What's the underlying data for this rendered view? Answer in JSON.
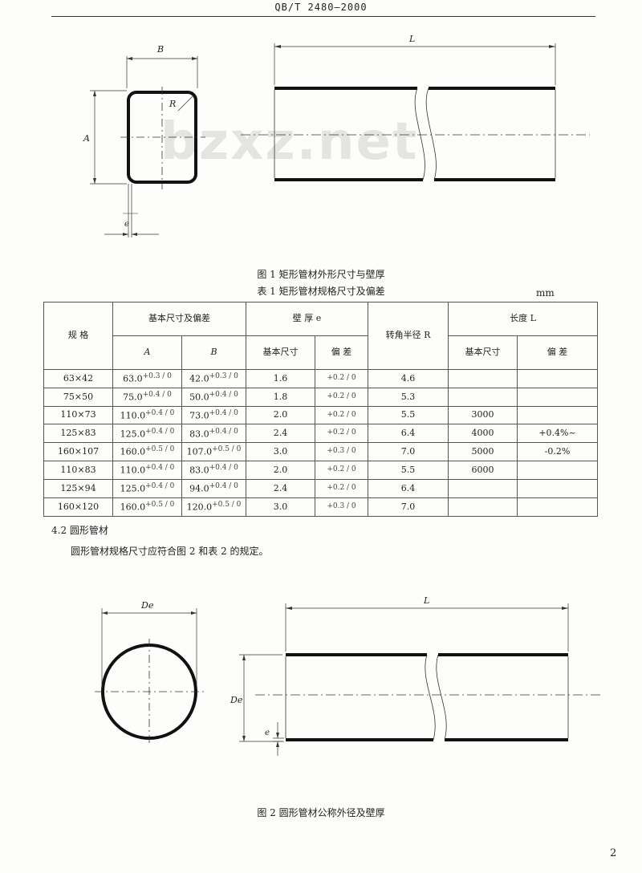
{
  "header": {
    "standard_no": "QB/T 2480—2000"
  },
  "watermark": "bzxz.net",
  "figure1": {
    "dim_B": "B",
    "dim_A": "A",
    "dim_R": "R",
    "dim_e": "e",
    "dim_L": "L",
    "caption": "图 1   矩形管材外形尺寸与壁厚"
  },
  "table1": {
    "title": "表 1   矩形管材规格尺寸及偏差",
    "unit": "mm",
    "headers": {
      "spec": "规 格",
      "basic_dims": "基本尺寸及偏差",
      "col_A": "A",
      "col_B": "B",
      "wall": "壁 厚   e",
      "wall_basic": "基本尺寸",
      "wall_dev": "偏 差",
      "radius": "转角半径   R",
      "length": "长度   L",
      "length_basic": "基本尺寸",
      "length_dev": "偏 差"
    },
    "rows": [
      {
        "spec": "63×42",
        "A": "63.0",
        "A_tol": "+0.3 / 0",
        "B": "42.0",
        "B_tol": "+0.3 / 0",
        "e": "1.6",
        "e_tol": "+0.2 / 0",
        "R": "4.6"
      },
      {
        "spec": "75×50",
        "A": "75.0",
        "A_tol": "+0.4 / 0",
        "B": "50.0",
        "B_tol": "+0.4 / 0",
        "e": "1.8",
        "e_tol": "+0.2 / 0",
        "R": "5.3"
      },
      {
        "spec": "110×73",
        "A": "110.0",
        "A_tol": "+0.4 / 0",
        "B": "73.0",
        "B_tol": "+0.4 / 0",
        "e": "2.0",
        "e_tol": "+0.2 / 0",
        "R": "5.5"
      },
      {
        "spec": "125×83",
        "A": "125.0",
        "A_tol": "+0.4 / 0",
        "B": "83.0",
        "B_tol": "+0.4 / 0",
        "e": "2.4",
        "e_tol": "+0.2 / 0",
        "R": "6.4"
      },
      {
        "spec": "160×107",
        "A": "160.0",
        "A_tol": "+0.5 / 0",
        "B": "107.0",
        "B_tol": "+0.5 / 0",
        "e": "3.0",
        "e_tol": "+0.3 / 0",
        "R": "7.0"
      },
      {
        "spec": "110×83",
        "A": "110.0",
        "A_tol": "+0.4 / 0",
        "B": "83.0",
        "B_tol": "+0.4 / 0",
        "e": "2.0",
        "e_tol": "+0.2 / 0",
        "R": "5.5"
      },
      {
        "spec": "125×94",
        "A": "125.0",
        "A_tol": "+0.4 / 0",
        "B": "94.0",
        "B_tol": "+0.4 / 0",
        "e": "2.4",
        "e_tol": "+0.2 / 0",
        "R": "6.4"
      },
      {
        "spec": "160×120",
        "A": "160.0",
        "A_tol": "+0.5 / 0",
        "B": "120.0",
        "B_tol": "+0.5 / 0",
        "e": "3.0",
        "e_tol": "+0.3 / 0",
        "R": "7.0"
      }
    ],
    "length_values": [
      "3000",
      "4000",
      "5000",
      "6000"
    ],
    "length_dev_1": "+0.4%~",
    "length_dev_2": "-0.2%"
  },
  "section": {
    "heading": "4.2   圆形管材",
    "text": "圆形管材规格尺寸应符合图 2 和表 2 的规定。"
  },
  "figure2": {
    "dim_De_top": "De",
    "dim_De_side": "De",
    "dim_e": "e",
    "dim_L": "L",
    "caption": "图 2   圆形管材公称外径及壁厚"
  },
  "page_number": "2"
}
